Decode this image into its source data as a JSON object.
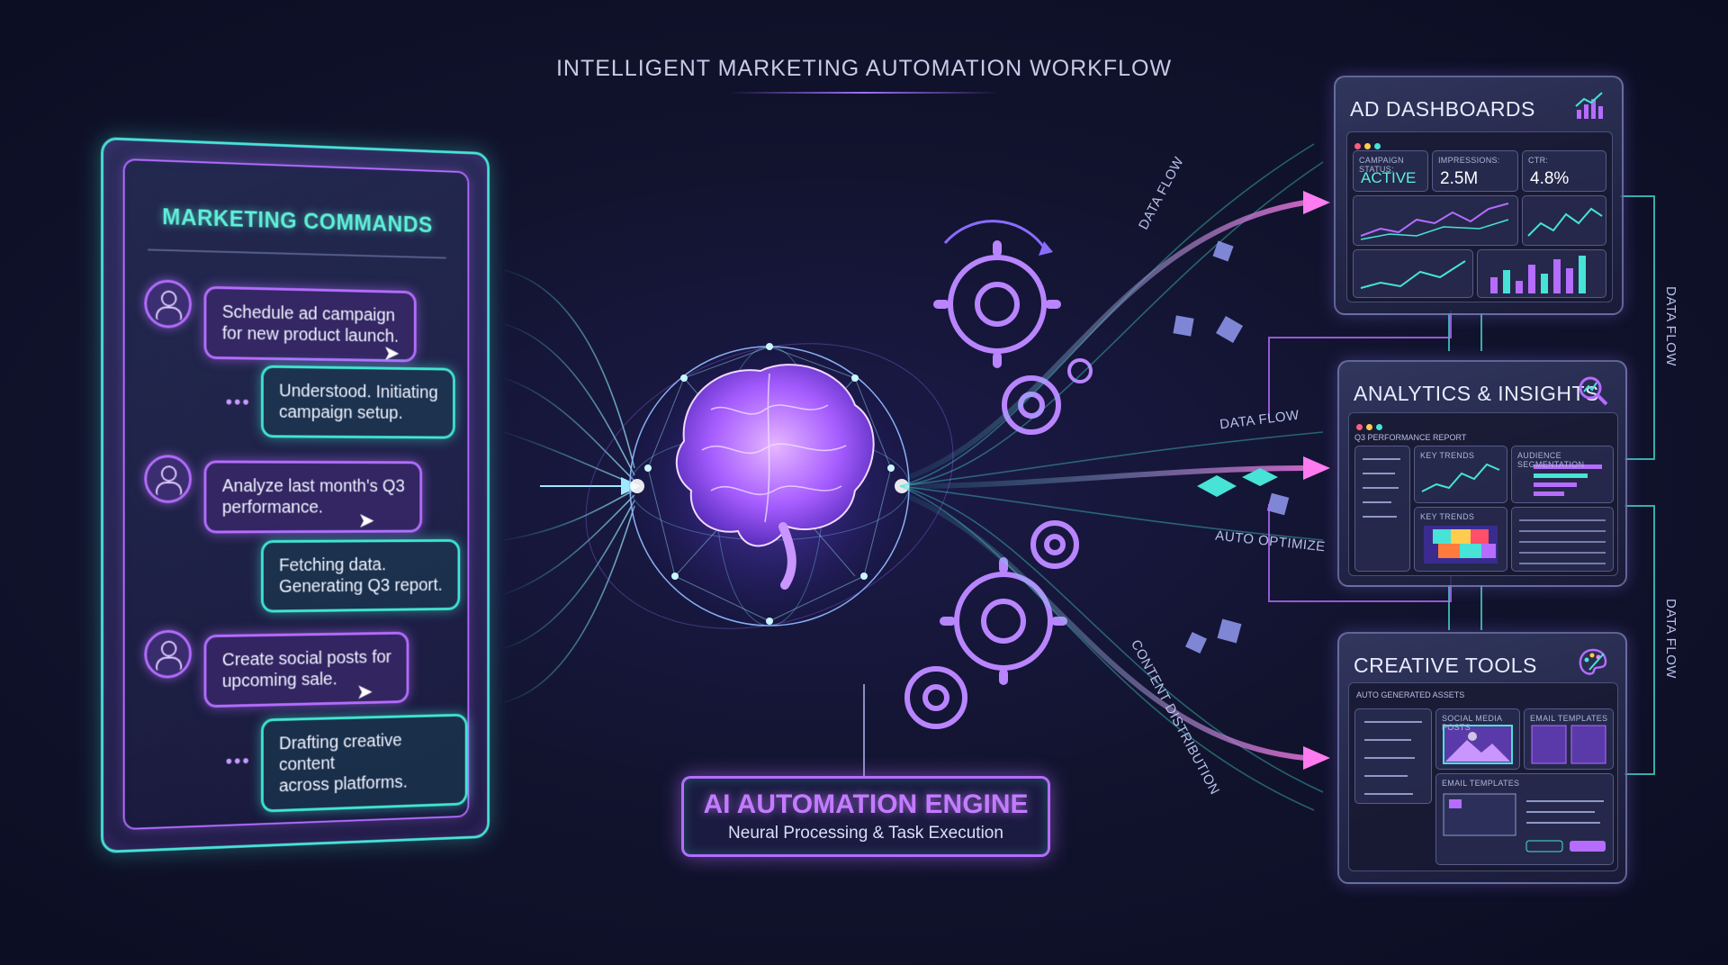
{
  "title": "INTELLIGENT MARKETING AUTOMATION WORKFLOW",
  "commands_panel": {
    "title": "MARKETING COMMANDS",
    "messages": [
      {
        "role": "user",
        "text_lines": [
          "Schedule ad campaign",
          "for new product launch."
        ]
      },
      {
        "role": "ai",
        "text_lines": [
          "Understood. Initiating",
          "campaign setup."
        ]
      },
      {
        "role": "user",
        "text_lines": [
          "Analyze last month's Q3",
          "performance."
        ]
      },
      {
        "role": "ai",
        "text_lines": [
          "Fetching data.",
          "Generating Q3 report."
        ]
      },
      {
        "role": "user",
        "text_lines": [
          "Create social posts for",
          "upcoming sale."
        ]
      },
      {
        "role": "ai",
        "text_lines": [
          "Drafting creative content",
          "across platforms."
        ]
      }
    ]
  },
  "engine": {
    "title": "AI AUTOMATION ENGINE",
    "subtitle": "Neural Processing & Task Execution"
  },
  "flow_labels": {
    "data_flow_1": "DATA FLOW",
    "data_flow_2": "DATA FLOW",
    "auto_optimize": "AUTO OPTIMIZE",
    "content_distribution": "CONTENT DISTRIBUTION",
    "data_flow_right_1": "DATA FLOW",
    "data_flow_right_2": "DATA FLOW"
  },
  "ad_dashboards": {
    "title": "AD DASHBOARDS",
    "campaign_status_label": "CAMPAIGN STATUS:",
    "campaign_status_value": "ACTIVE",
    "impressions_label": "IMPRESSIONS:",
    "impressions_value": "2.5M",
    "ctr_label": "CTR:",
    "ctr_value": "4.8%"
  },
  "analytics": {
    "title": "ANALYTICS & INSIGHTS",
    "report_title": "Q3 PERFORMANCE REPORT",
    "key_trends_1": "KEY TRENDS",
    "audience_segmentation": "AUDIENCE SEGMENTATION",
    "key_trends_2": "KEY TRENDS"
  },
  "creative": {
    "title": "CREATIVE TOOLS",
    "assets_label": "AUTO GENERATED ASSETS",
    "social_media_posts": "SOCIAL MEDIA POSTS",
    "email_templates_1": "EMAIL TEMPLATES",
    "email_templates_2": "EMAIL TEMPLATES"
  },
  "colors": {
    "cyan": "#46e3d6",
    "purple": "#b56cff",
    "background": "#12142f"
  }
}
